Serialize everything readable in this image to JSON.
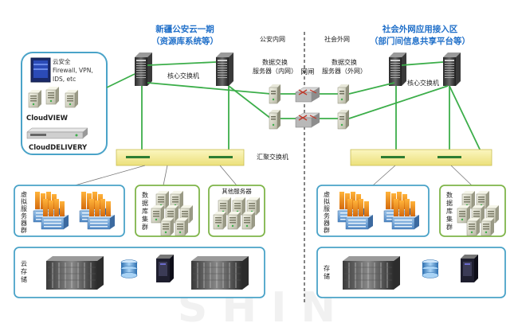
{
  "titles": {
    "left_line1": "新疆公安云一期",
    "left_line2": "（资源库系统等）",
    "right_line1": "社会外网应用接入区",
    "right_line2": "（部门间信息共享平台等）"
  },
  "zones": {
    "police_net": "公安内网",
    "public_net": "社会外网",
    "gap": "网闸"
  },
  "labels": {
    "core_switch": "核心交换机",
    "core_switch_right": "核心交换机",
    "data_exchange_inner": [
      "数据交换",
      "服务器（内网）"
    ],
    "data_exchange_outer": [
      "数据交换",
      "服务器（外网）"
    ],
    "aggregation_switch": "汇聚交换机"
  },
  "cloud_box": {
    "security_lines": [
      "云安全",
      "Firewall, VPN,",
      "IDS, etc"
    ],
    "cloudview": "CloudVIEW",
    "clouddelivery": "CloudDELIVERY"
  },
  "left_groups": {
    "vm_cluster": [
      "虚",
      "拟",
      "服",
      "务",
      "器",
      "群"
    ],
    "db_cluster": [
      "数",
      "据",
      "库",
      "集",
      "群"
    ],
    "other_servers": "其他服务器",
    "cloud_storage": [
      "云",
      "存",
      "储"
    ]
  },
  "right_groups": {
    "vm_cluster": [
      "虚",
      "拟",
      "服",
      "务",
      "器",
      "群"
    ],
    "db_cluster": [
      "数",
      "据",
      "库",
      "集",
      "群"
    ],
    "storage": [
      "存",
      "储"
    ]
  },
  "colors": {
    "title_blue": "#1f6fc9",
    "box_border": "#4aa3c8",
    "green_border": "#7fb54a",
    "switch_yellow": "#f3ec9a",
    "link_green": "#3cae4a"
  }
}
